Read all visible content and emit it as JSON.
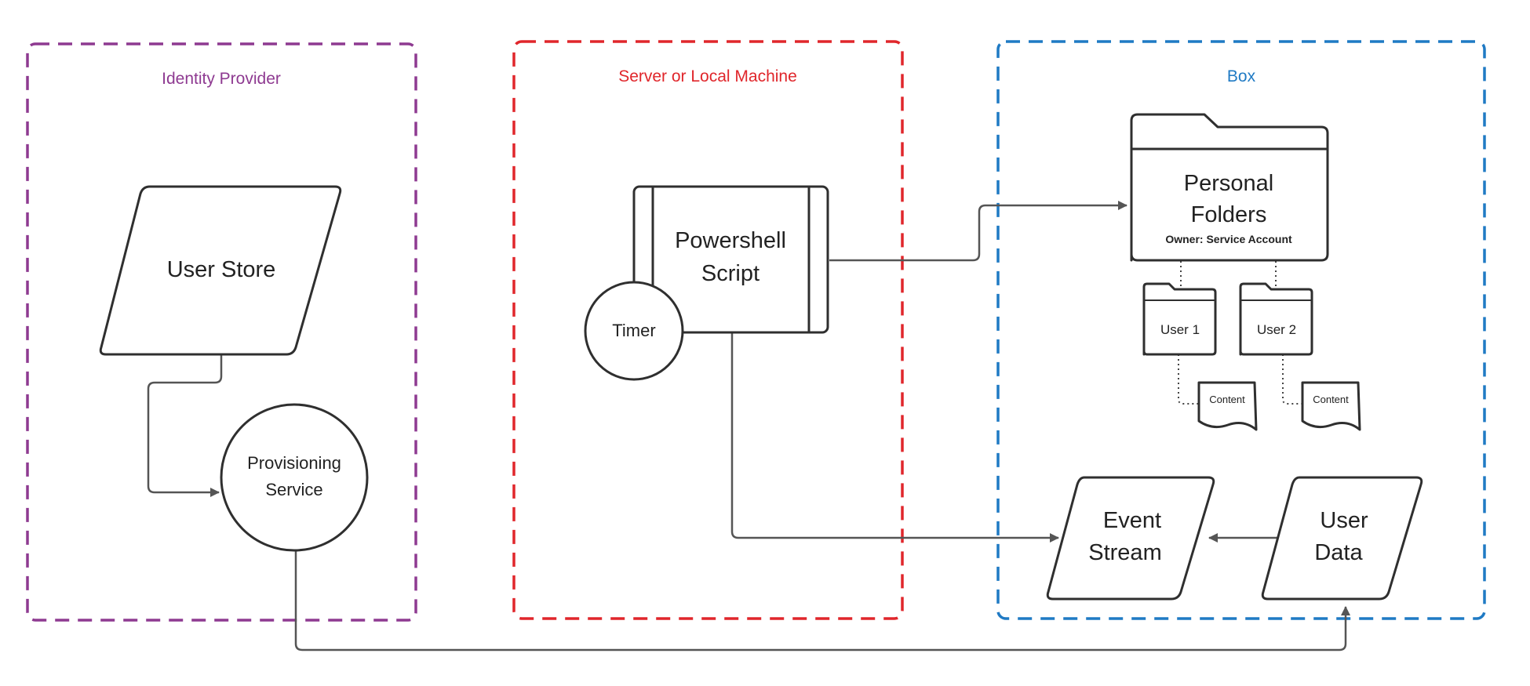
{
  "colors": {
    "identity_provider": "#8e3a91",
    "server": "#e0262b",
    "box": "#1f7ac4",
    "stroke": "#2f2f2f",
    "connector": "#555555"
  },
  "zones": {
    "identity_provider": {
      "title": "Identity Provider"
    },
    "server": {
      "title": "Server or Local Machine"
    },
    "box": {
      "title": "Box"
    }
  },
  "nodes": {
    "user_store": {
      "label": "User Store"
    },
    "provisioning_service": {
      "line1": "Provisioning",
      "line2": "Service"
    },
    "powershell_script": {
      "line1": "Powershell",
      "line2": "Script"
    },
    "timer": {
      "label": "Timer"
    },
    "personal_folders": {
      "line1": "Personal",
      "line2": "Folders",
      "owner": "Owner: Service Account"
    },
    "user1": {
      "label": "User 1"
    },
    "user2": {
      "label": "User 2"
    },
    "content1": {
      "label": "Content"
    },
    "content2": {
      "label": "Content"
    },
    "event_stream": {
      "line1": "Event",
      "line2": "Stream"
    },
    "user_data": {
      "line1": "User",
      "line2": "Data"
    }
  }
}
